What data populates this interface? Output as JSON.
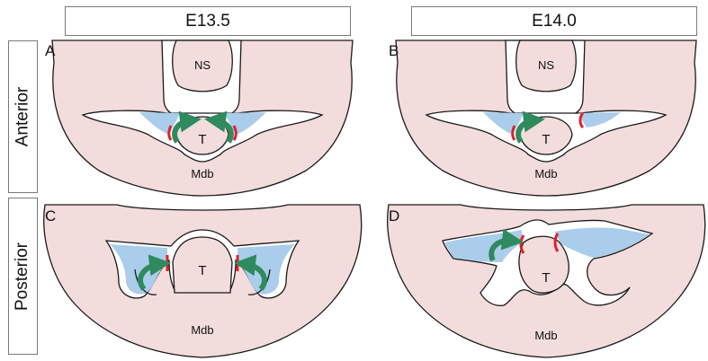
{
  "columns": {
    "left": "E13.5",
    "right": "E14.0"
  },
  "rows": {
    "top": "Anterior",
    "bottom": "Posterior"
  },
  "panels": {
    "A": {
      "letter": "A",
      "ns": "NS",
      "tongue": "T",
      "mandible": "Mdb"
    },
    "B": {
      "letter": "B",
      "ns": "NS",
      "tongue": "T",
      "mandible": "Mdb"
    },
    "C": {
      "letter": "C",
      "tongue": "T",
      "mandible": "Mdb"
    },
    "D": {
      "letter": "D",
      "tongue": "T",
      "mandible": "Mdb"
    }
  },
  "colors": {
    "tissue": "#f3dcdc",
    "shelf_space": "#a9cdea",
    "arrow": "#2f8a5e",
    "epithelium_mark": "#e0202a",
    "outline": "#1a1a1a"
  }
}
